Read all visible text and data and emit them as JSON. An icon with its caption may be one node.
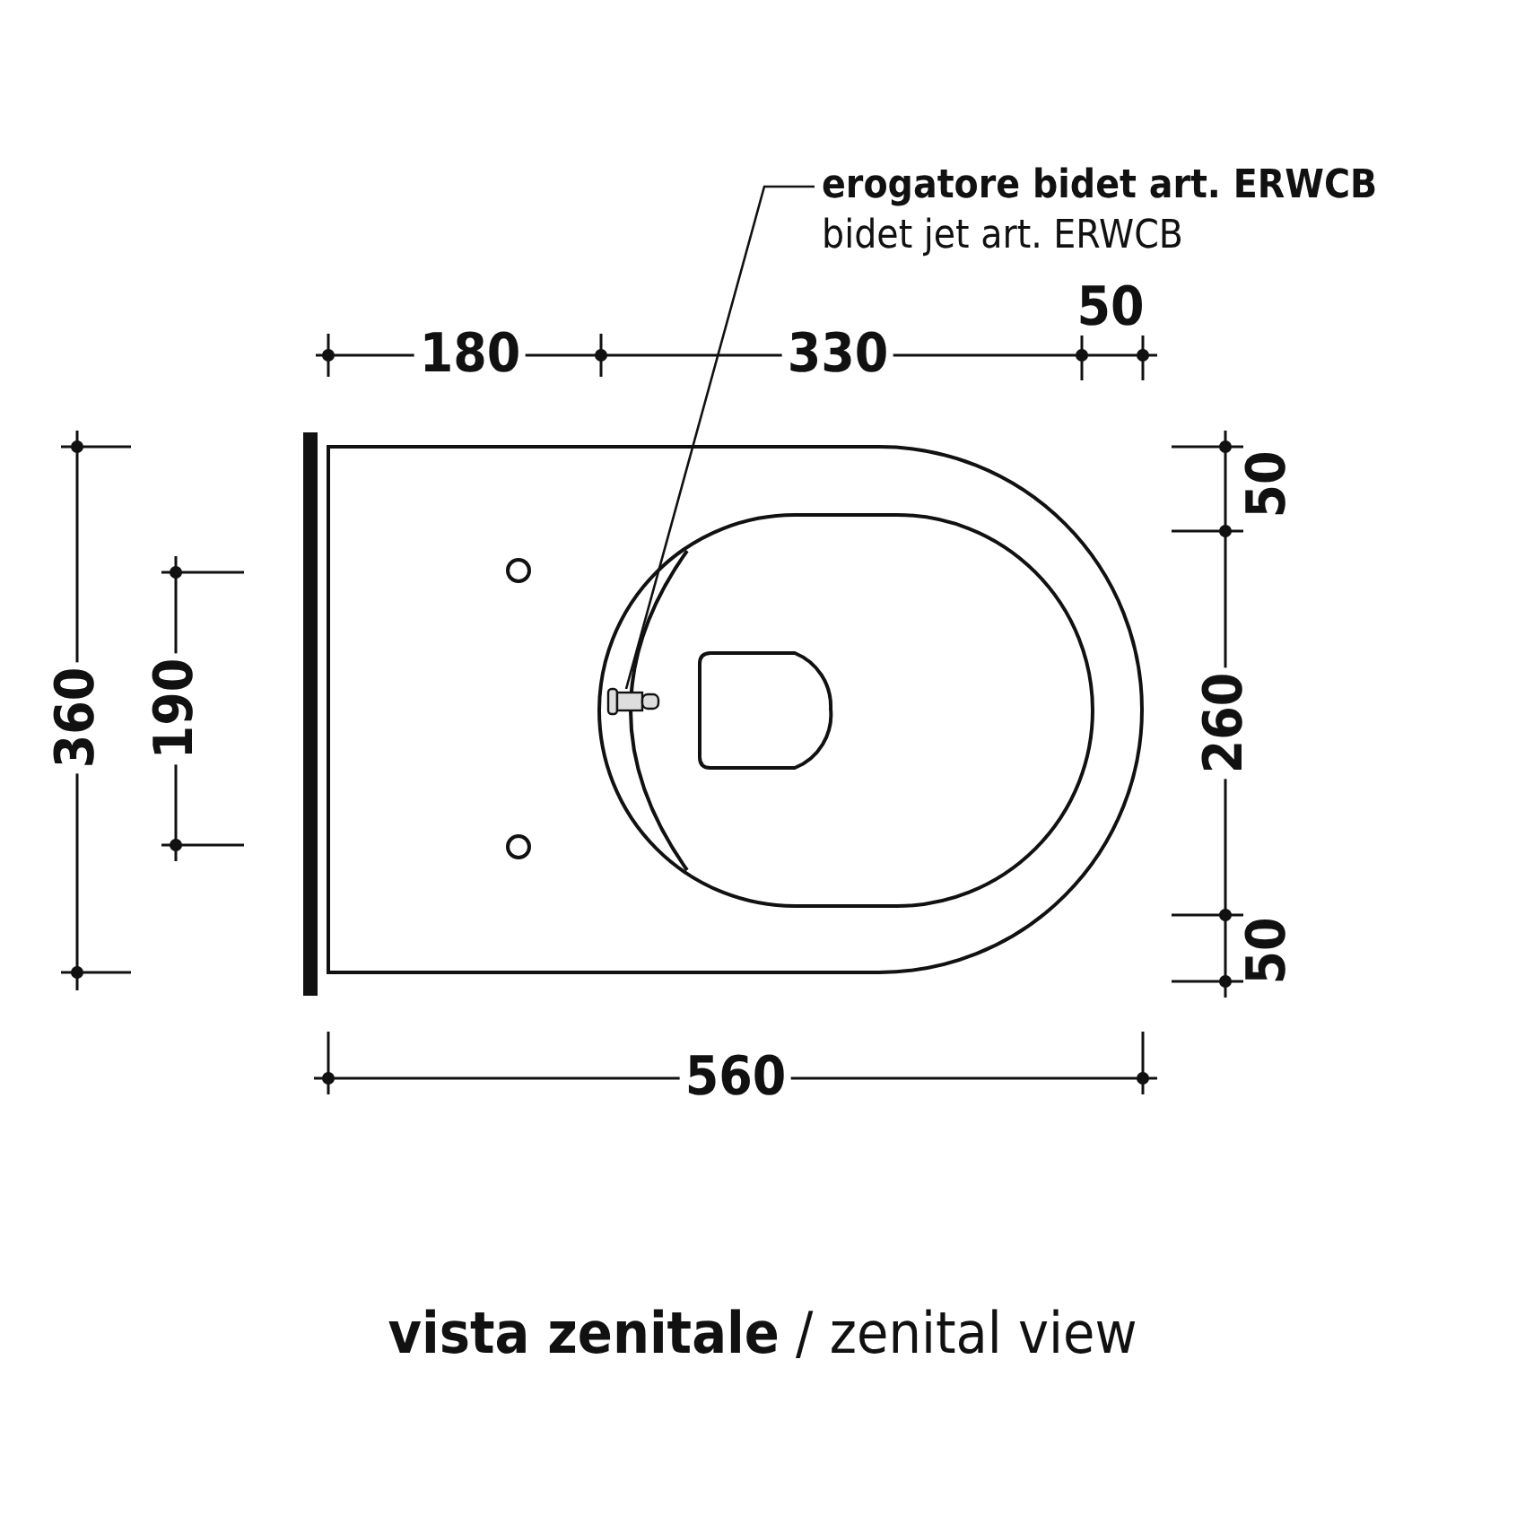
{
  "diagram": {
    "caption": "**vista zenitale** / zenital view",
    "nodes": [
      {
        "text": [
          "erogatore bidet art. ERWCB",
          "bidet jet art. ERWCB"
        ]
      },
      {
        "text": [],
        "shape": "picture"
      }
    ],
    "edges": [
      {
        "from": 0,
        "to": 1,
        "arrow": "none"
      }
    ],
    "labels": [
      "180",
      "330",
      "50",
      "50",
      "360",
      "190",
      "260",
      "50",
      "560"
    ]
  }
}
